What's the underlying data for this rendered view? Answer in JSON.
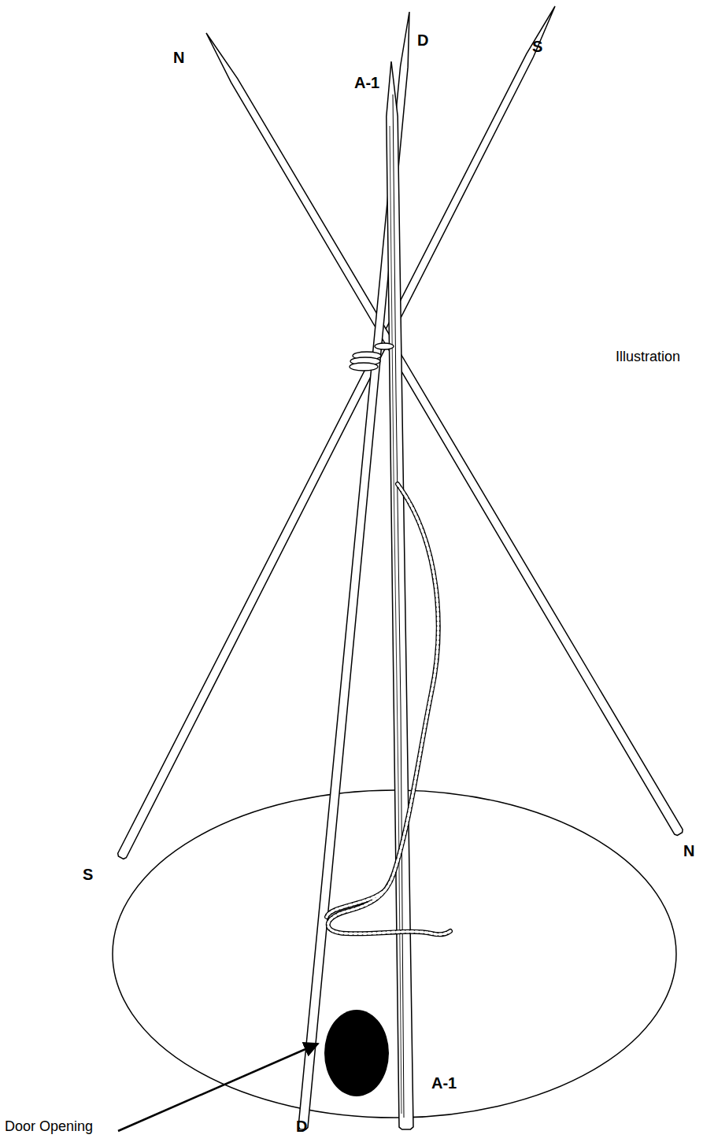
{
  "diagram": {
    "labels": [
      "N",
      "D",
      "S",
      "A-1",
      "Illustration",
      "S",
      "N",
      "D",
      "A-1",
      "Door Opening"
    ]
  }
}
